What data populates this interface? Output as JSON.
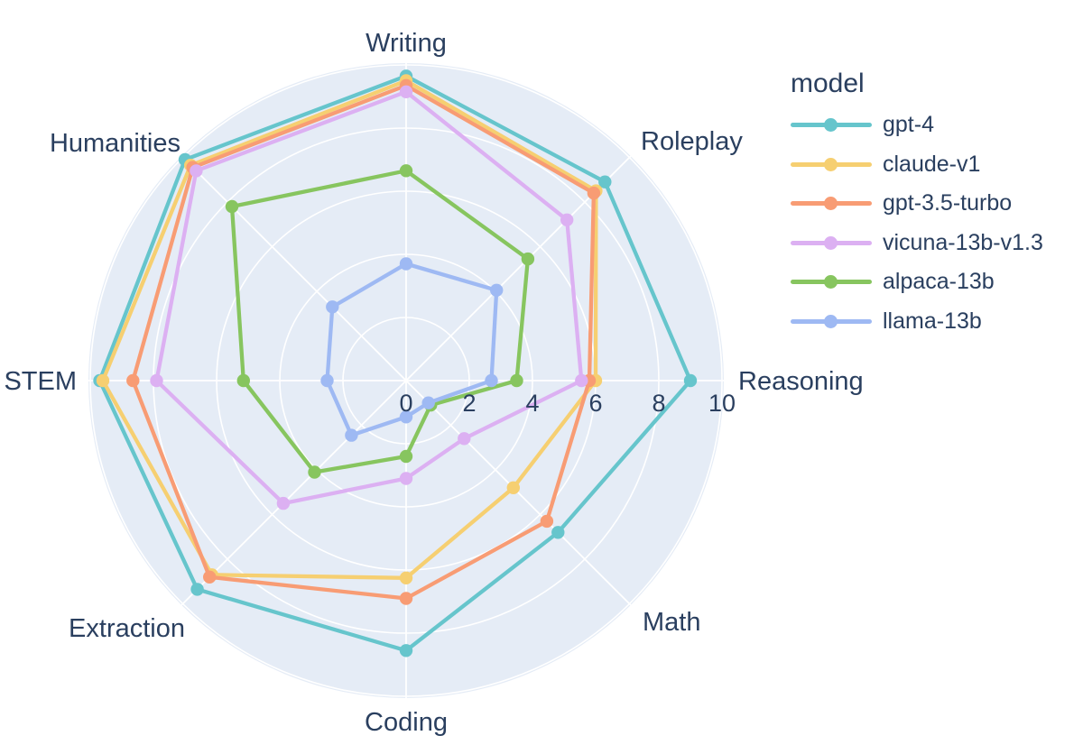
{
  "page": {
    "background_color": "#ffffff",
    "text_color": "#2a3f5f"
  },
  "legend": {
    "title": "model"
  },
  "chart_data": {
    "type": "radar",
    "legend_title": "model",
    "legend_position": "right",
    "text_color": "#2a3f5f",
    "categories": [
      "Writing",
      "Roleplay",
      "Reasoning",
      "Math",
      "Coding",
      "Extraction",
      "STEM",
      "Humanities"
    ],
    "angles_deg": [
      90,
      45,
      0,
      -45,
      -90,
      -135,
      180,
      135
    ],
    "radial_axis": {
      "min": 0,
      "max": 10,
      "tick_values": [
        0,
        2,
        4,
        6,
        8,
        10
      ],
      "tick_labels": [
        "0",
        "2",
        "4",
        "6",
        "8",
        "10"
      ],
      "grid": true,
      "grid_color": "#ffffff",
      "background_color": "#E5ECF6",
      "direction": "clockwise"
    },
    "series": [
      {
        "name": "gpt-4",
        "color": "#66C5CC",
        "values": [
          9.65,
          8.9,
          9.0,
          6.8,
          8.55,
          9.35,
          9.7,
          9.9
        ]
      },
      {
        "name": "claude-v1",
        "color": "#F6CF71",
        "values": [
          9.5,
          8.5,
          6.0,
          4.8,
          6.25,
          8.7,
          9.6,
          9.65
        ]
      },
      {
        "name": "gpt-3.5-turbo",
        "color": "#F89C74",
        "values": [
          9.35,
          8.4,
          5.8,
          6.3,
          6.9,
          8.8,
          8.65,
          9.55
        ]
      },
      {
        "name": "vicuna-13b-v1.3",
        "color": "#DCB0F2",
        "values": [
          9.15,
          7.2,
          5.55,
          2.6,
          3.1,
          5.5,
          7.9,
          9.4
        ]
      },
      {
        "name": "alpaca-13b",
        "color": "#87C55F",
        "values": [
          6.65,
          5.45,
          3.5,
          1.1,
          2.4,
          4.1,
          5.15,
          7.8
        ]
      },
      {
        "name": "llama-13b",
        "color": "#9EB9F3",
        "values": [
          3.7,
          4.05,
          2.7,
          1.0,
          1.15,
          2.45,
          2.5,
          3.3
        ]
      }
    ]
  }
}
